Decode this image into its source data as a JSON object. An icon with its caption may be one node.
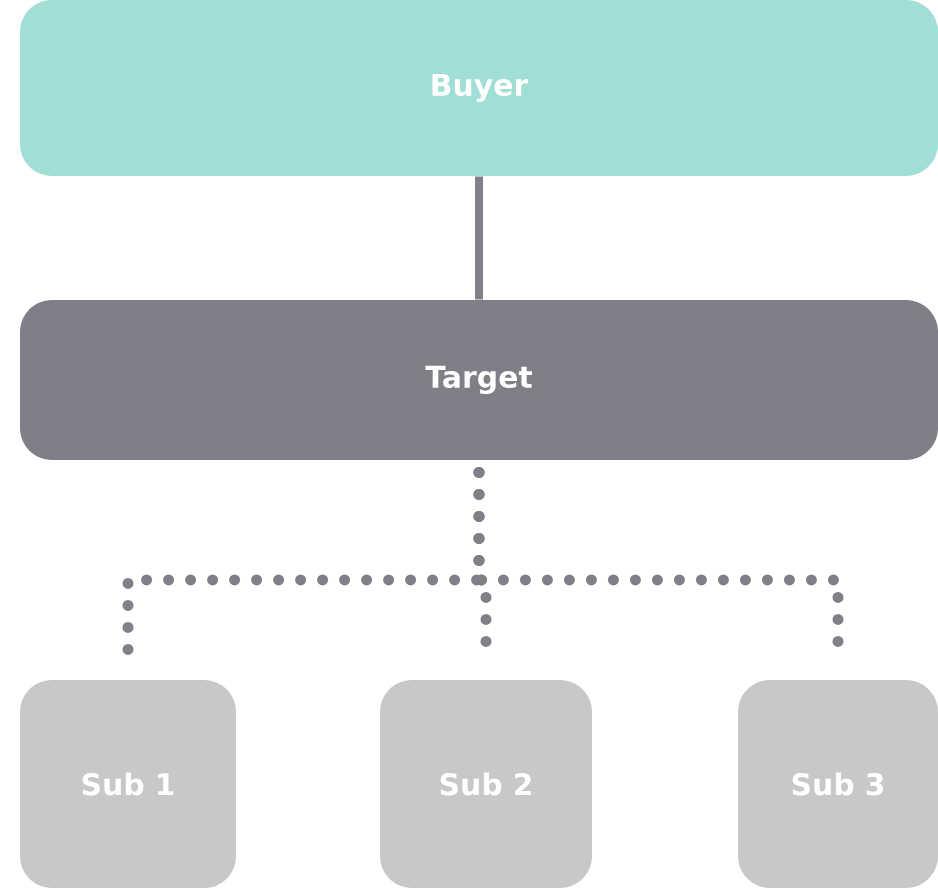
{
  "diagram": {
    "nodes": [
      {
        "text": [
          "Buyer"
        ]
      },
      {
        "text": [
          "Target"
        ]
      },
      {
        "text": [
          "Sub 1"
        ]
      },
      {
        "text": [
          "Sub 2"
        ]
      },
      {
        "text": [
          "Sub 3"
        ]
      }
    ],
    "edges": [
      {
        "from": 0,
        "to": 1,
        "arrow": "none"
      },
      {
        "from": 1,
        "to": 2,
        "arrow": "none",
        "style": "dashed"
      },
      {
        "from": 1,
        "to": 3,
        "arrow": "none",
        "style": "dashed"
      },
      {
        "from": 1,
        "to": 4,
        "arrow": "none",
        "style": "dashed"
      }
    ]
  }
}
